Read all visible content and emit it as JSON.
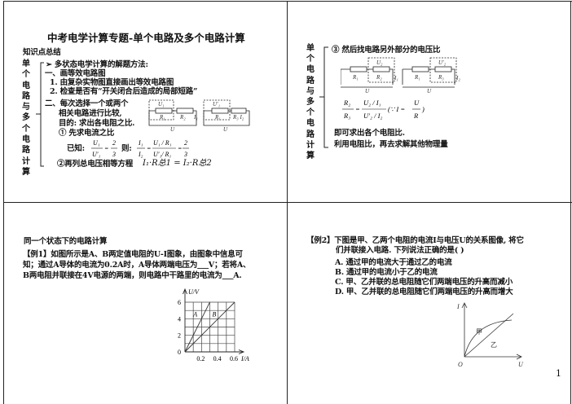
{
  "panel1": {
    "title": "中考电学计算专题-单个电路及多个电路计算",
    "section": "知识点总结",
    "side_label": "单个电路与多个电路计算",
    "method": "➢ 多状态电学计算的解题方法:",
    "step1": "一、画等效电路图",
    "step1_1": "1. 由复杂实物图直接画出等效电路图",
    "step1_2": "2. 检查是否有“开关闭合后造成的局部短路”",
    "step2a": "二、每次选择一个或两个",
    "step2b": "相关电路进行比较,",
    "step2c": "目的: 求出各电阻之比.",
    "sub1": "① 先求电流之比",
    "known": "已知:",
    "then": "则:",
    "sub2": "②再列总电压相等方程",
    "eq": "I₁·R总1 = I₂·R总2"
  },
  "panel2": {
    "side_label": "单个电路与多个电路计算",
    "sub3": "③ 然后找电路另外部分的电压比",
    "result1": "即可求出各个电阻比.",
    "result2": "利用电阻比，再去求解其他物理量"
  },
  "panel3": {
    "heading": "同一个状态下的电路计算",
    "line1": "【例1】如图所示是A、B两定值电阻的U-I图象，由图象中信息可",
    "line2": "知；通过A导体的电流为0.2A时，A导体两端电压为___V；若将A、",
    "line3": "B两电阻并联接在4V电源的两端，则电路中干路里的电流为___A."
  },
  "panel4": {
    "line1": "【例2】下图是甲、乙两个电阻的电流I与电压U的关系图像, 将它",
    "line2": "们并联接入电路. 下列说法正确的是(    )",
    "options": [
      "A. 通过甲的电流大于通过乙的电流",
      "B. 通过甲的电流小于乙的电流",
      "C. 甲、乙并联的总电阻随它们两端电压的升高而减小",
      "D. 甲、乙并联的总电阻随它们两端电压的升高而增大"
    ],
    "graph": {
      "y_label": "I",
      "x_label": "U",
      "origin": "O",
      "curve1": "甲",
      "curve2": "乙"
    }
  },
  "page_number": "1",
  "chart_data": {
    "type": "line",
    "xlabel": "I/A",
    "ylabel": "U/V",
    "xlim": [
      0,
      0.6
    ],
    "ylim": [
      0,
      6
    ],
    "x_ticks": [
      "0.2",
      "0.4",
      "0.6"
    ],
    "y_ticks": [
      "0",
      "2",
      "4",
      "6"
    ],
    "grid": true,
    "series": [
      {
        "name": "A",
        "points": [
          [
            0,
            0
          ],
          [
            0.3,
            6
          ]
        ]
      },
      {
        "name": "B",
        "points": [
          [
            0,
            0
          ],
          [
            0.6,
            6
          ]
        ]
      }
    ]
  }
}
